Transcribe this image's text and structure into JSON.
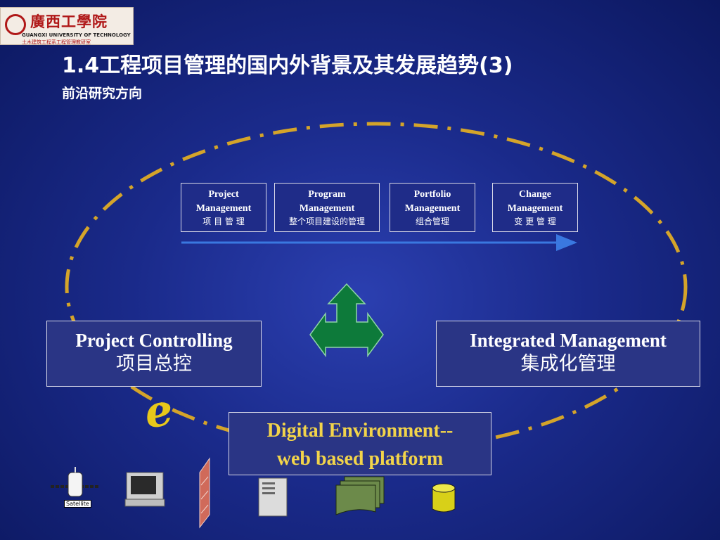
{
  "header": {
    "logo_cn": "廣西工學院",
    "logo_en": "GUANGXI UNIVERSITY OF TECHNOLOGY",
    "logo_sub": "土木建筑工程系工程管理教研室",
    "title": "1.4工程项目管理的国内外背景及其发展趋势(3)",
    "subtitle": "前沿研究方向"
  },
  "stages": [
    {
      "en1": "Project",
      "en2": "Management",
      "cn": "项 目 管 理"
    },
    {
      "en1": "Program",
      "en2": "Management",
      "cn": "整个项目建设的管理"
    },
    {
      "en1": "Portfolio",
      "en2": "Management",
      "cn": "组合管理"
    },
    {
      "en1": "Change",
      "en2": "Management",
      "cn": "变 更 管 理"
    }
  ],
  "left_box": {
    "en": "Project Controlling",
    "cn": "项目总控"
  },
  "right_box": {
    "en": "Integrated Management",
    "cn": "集成化管理"
  },
  "digital": {
    "line1": "Digital Environment--",
    "line2": "web based platform"
  },
  "e_symbol": "e",
  "satellite_label": "Satellite",
  "icons": [
    "satellite-icon",
    "computer-icon",
    "firewall-icon",
    "server-icon",
    "documents-icon",
    "database-icon"
  ],
  "colors": {
    "background": "#1a2a8a",
    "ellipse": "#d4a42a",
    "arrow_green": "#0d7a3a",
    "timeline_arrow": "#3a78e0",
    "digital_text": "#f2d44a"
  }
}
